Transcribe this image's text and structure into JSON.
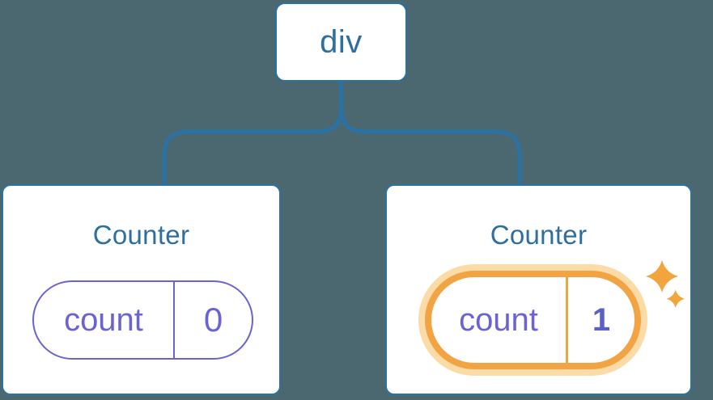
{
  "background_color": "#4b6770",
  "palette": {
    "card_background": "#ffffff",
    "connector_blue": "#2a72a4",
    "card_border_blue": "#2e739f",
    "title_text_blue": "#2f6f9e",
    "state_purple": "#6a63d1",
    "updated_value_indigo": "#5a5fc9",
    "highlight_orange": "#f2a444",
    "highlight_glow_orange": "#fbdba6",
    "sparkle_orange": "#f2a43d"
  },
  "icons": {
    "sparkles": "two four-point stars marking updated state"
  },
  "tree": {
    "root": {
      "label": "div"
    },
    "children": [
      {
        "title": "Counter",
        "state": {
          "key": "count",
          "value": "0"
        },
        "highlighted": false
      },
      {
        "title": "Counter",
        "state": {
          "key": "count",
          "value": "1"
        },
        "highlighted": true
      }
    ]
  }
}
